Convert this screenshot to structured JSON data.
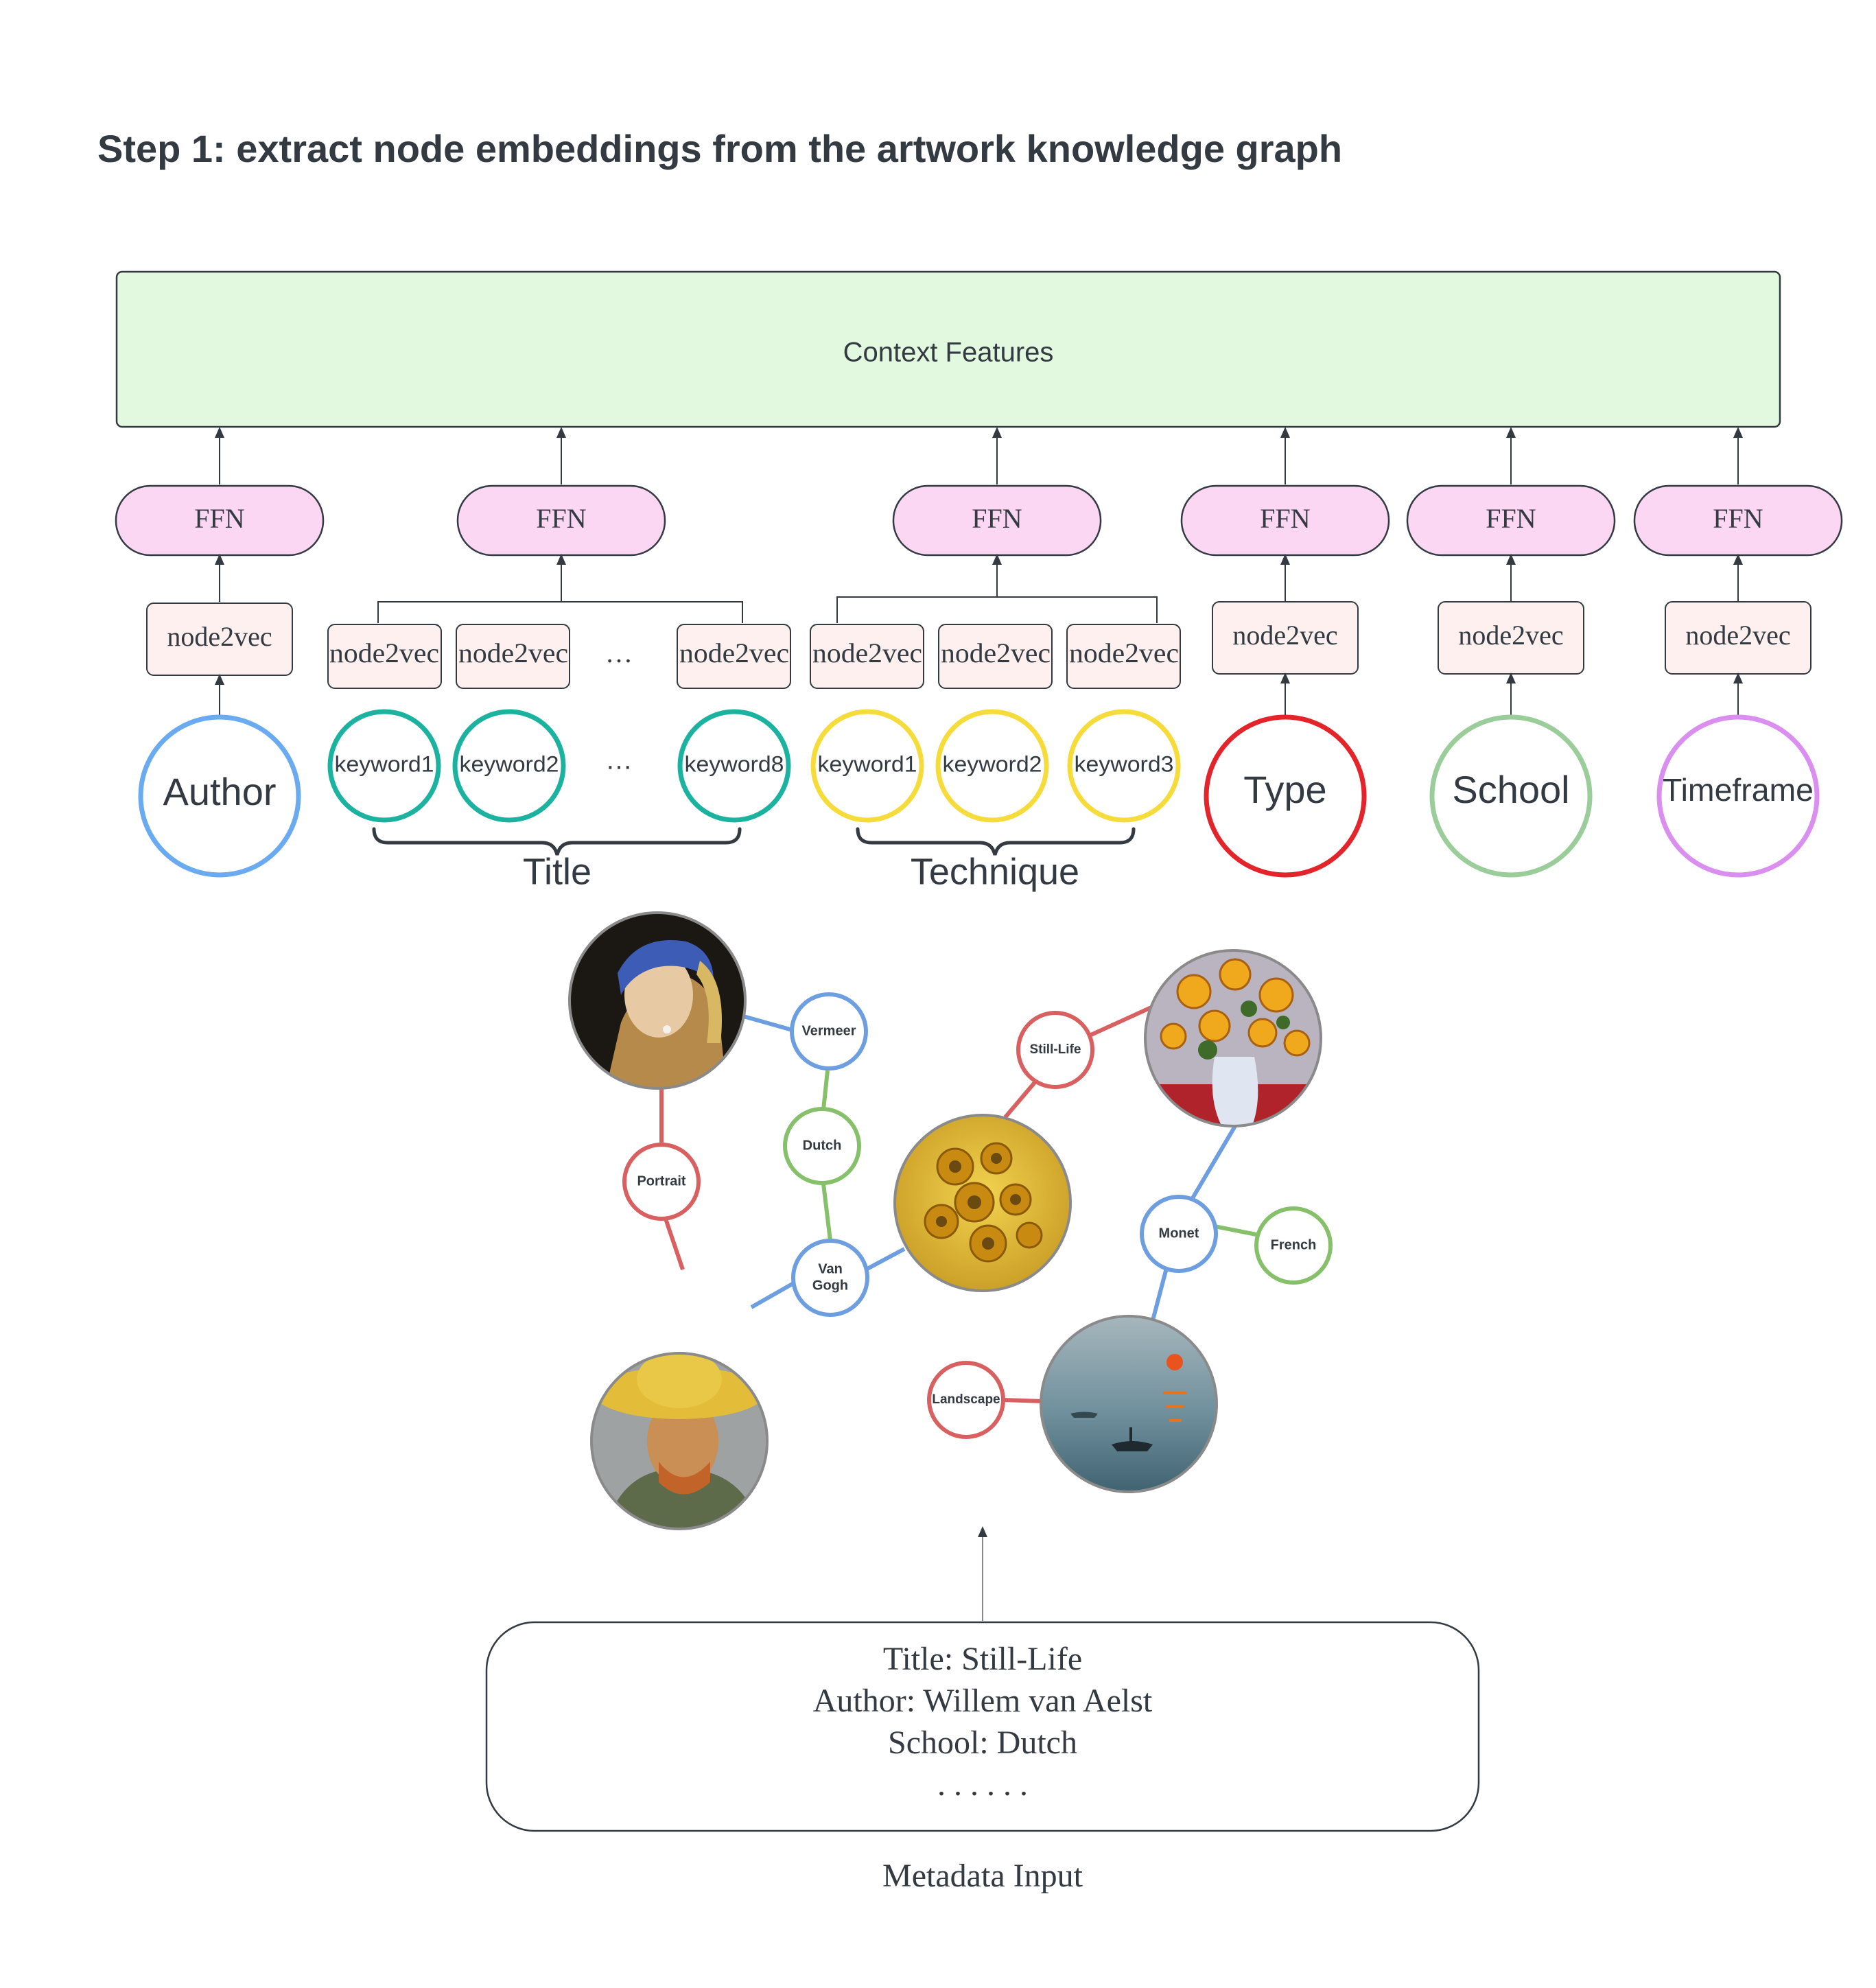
{
  "title": "Step 1: extract node embeddings from the artwork knowledge graph",
  "context_features": "Context Features",
  "ffn_label": "FFN",
  "embed_label": "node2vec",
  "ellipsis": "…",
  "groups": {
    "author": {
      "label": "Author",
      "color": "#6aaaf0"
    },
    "title": {
      "label": "Title",
      "color": "#1bb3a0",
      "keywords": [
        "keyword1",
        "keyword2",
        "keyword8"
      ]
    },
    "technique": {
      "label": "Technique",
      "color": "#f5dc3a",
      "keywords": [
        "keyword1",
        "keyword2",
        "keyword3"
      ]
    },
    "type": {
      "label": "Type",
      "color": "#e3242b"
    },
    "school": {
      "label": "School",
      "color": "#9acd9a"
    },
    "timeframe": {
      "label": "Timeframe",
      "color": "#d98ef0"
    }
  },
  "graph": {
    "nodes": {
      "vermeer": {
        "label": "Vermeer",
        "color": "#6d9ee0"
      },
      "dutch": {
        "label": "Dutch",
        "color": "#86c06a"
      },
      "portrait": {
        "label": "Portrait",
        "color": "#d96060"
      },
      "van_gogh_1": {
        "label": "Van",
        "color": "#6d9ee0"
      },
      "van_gogh_2": {
        "label": "Gogh",
        "color": "#6d9ee0"
      },
      "still_life": {
        "label": "Still-Life",
        "color": "#d96060"
      },
      "monet": {
        "label": "Monet",
        "color": "#6d9ee0"
      },
      "french": {
        "label": "French",
        "color": "#86c06a"
      },
      "landscape": {
        "label": "Landscape",
        "color": "#d96060"
      }
    },
    "artworks": [
      "Girl with a Pearl Earring",
      "Sunflowers",
      "Self-Portrait with Straw Hat",
      "Vase of Sunflowers",
      "Impression, Sunrise"
    ]
  },
  "metadata": {
    "lines": [
      "Title: Still-Life",
      "Author: Willem van Aelst",
      "School: Dutch",
      ". . . . . ."
    ],
    "caption": "Metadata Input"
  },
  "colors": {
    "context_fill": "#e2f9e0",
    "ffn_fill": "#fcd7f4",
    "embed_fill": "#fdf0ee",
    "line": "#333a42"
  }
}
